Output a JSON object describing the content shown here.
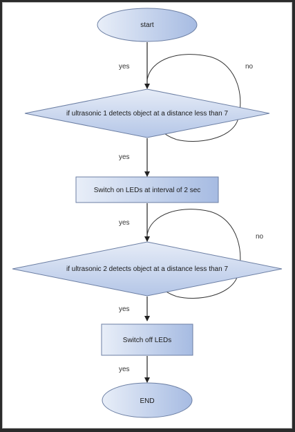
{
  "diagram": {
    "colors": {
      "node_fill_top": "#e6ecf7",
      "node_fill_bottom": "#a9bee3",
      "node_stroke": "#6b7ea3",
      "edge": "#222222",
      "loop": "#333333"
    },
    "nodes": {
      "start": "start",
      "decision1": "if ultrasonic 1 detects object at a  distance less than 7",
      "process1": "Switch on LEDs at interval of 2 sec",
      "decision2": "if ultrasonic 2 detects object at a  distance less than 7",
      "process2": "Switch off LEDs",
      "end": "END"
    },
    "edge_labels": {
      "start_to_d1": "yes",
      "d1_loop": "no",
      "d1_to_p1": "yes",
      "p1_to_d2": "yes",
      "d2_loop": "no",
      "d2_to_p2": "yes",
      "p2_to_end": "yes"
    }
  }
}
